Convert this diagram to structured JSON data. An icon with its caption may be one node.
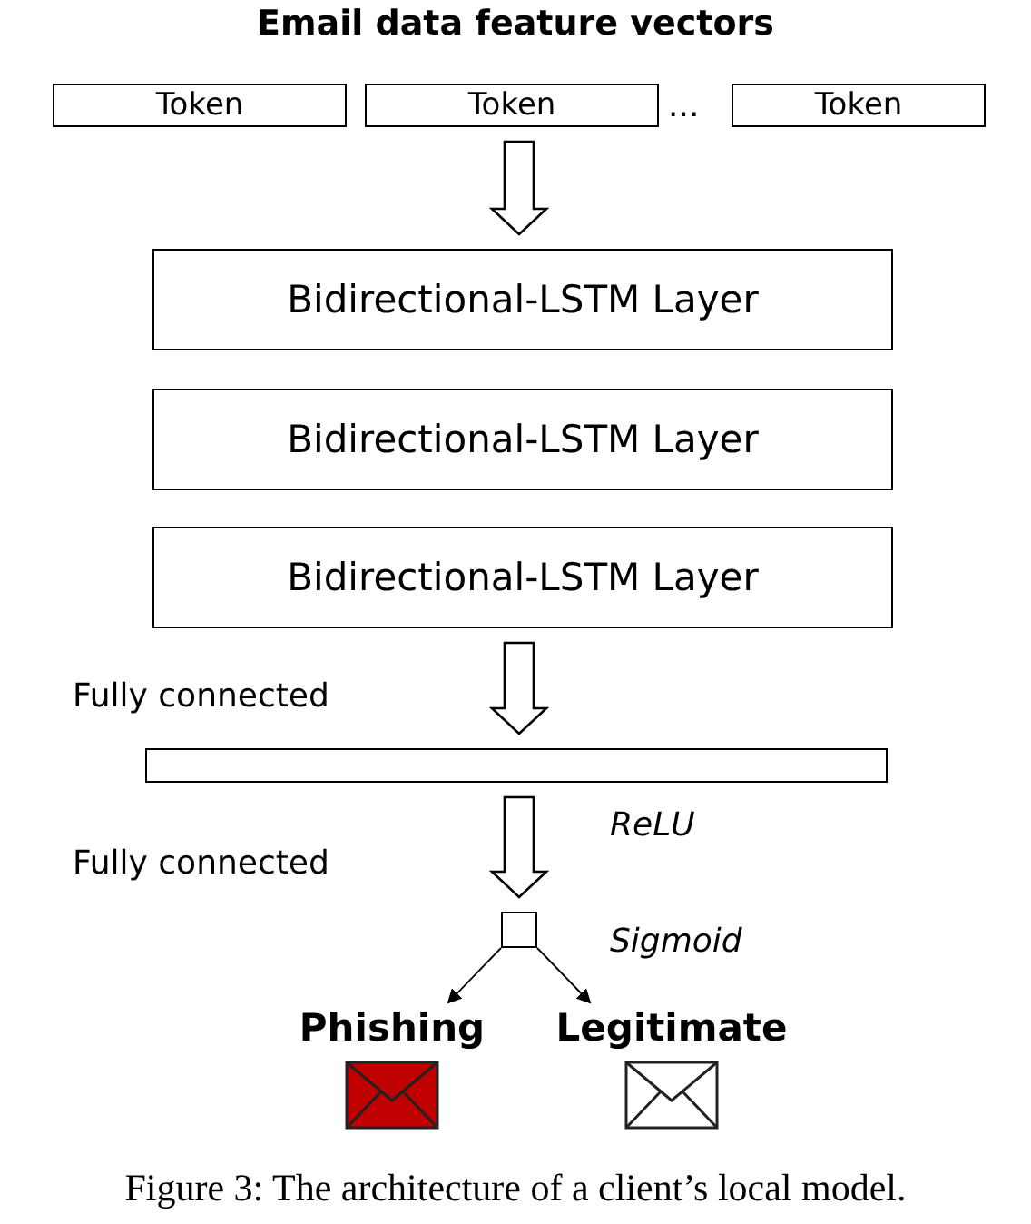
{
  "diagram": {
    "title": "Email data feature vectors",
    "caption": "Figure 3: The architecture of a client’s local model.",
    "nodes": [
      {
        "text": [
          "Token"
        ]
      },
      {
        "text": [
          "Token"
        ]
      },
      {
        "text": [
          "Token"
        ]
      },
      {
        "text": [
          "Bidirectional-LSTM Layer"
        ]
      },
      {
        "text": [
          "Bidirectional-LSTM Layer"
        ]
      },
      {
        "text": [
          "Bidirectional-LSTM Layer"
        ]
      },
      {
        "text": [],
        "shape": "bar"
      },
      {
        "text": [],
        "shape": "box"
      },
      {
        "text": [
          "Phishing"
        ]
      },
      {
        "text": [
          "Legitimate"
        ]
      }
    ],
    "edges": [
      {
        "from": 1,
        "to": 3,
        "arrow": "to",
        "style": "thick"
      },
      {
        "from": 5,
        "to": 6,
        "arrow": "to",
        "style": "thick"
      },
      {
        "from": 6,
        "to": 7,
        "arrow": "to",
        "style": "thick"
      },
      {
        "from": 7,
        "to": 8,
        "arrow": "to"
      },
      {
        "from": 7,
        "to": 9,
        "arrow": "to"
      }
    ],
    "labels": [
      "...",
      "Fully connected",
      "ReLU",
      "Fully connected",
      "Sigmoid"
    ]
  }
}
